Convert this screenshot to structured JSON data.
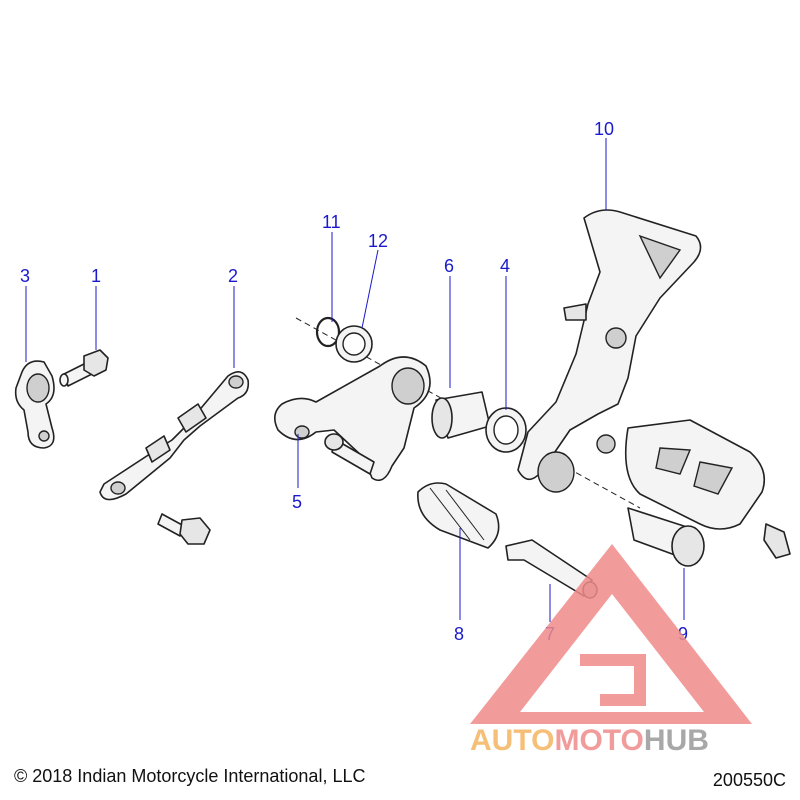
{
  "callouts": [
    {
      "id": "1",
      "label": "1"
    },
    {
      "id": "2",
      "label": "2"
    },
    {
      "id": "3",
      "label": "3"
    },
    {
      "id": "4",
      "label": "4"
    },
    {
      "id": "5",
      "label": "5"
    },
    {
      "id": "6",
      "label": "6"
    },
    {
      "id": "7",
      "label": "7"
    },
    {
      "id": "8",
      "label": "8"
    },
    {
      "id": "9",
      "label": "9"
    },
    {
      "id": "10",
      "label": "10"
    },
    {
      "id": "11",
      "label": "11"
    },
    {
      "id": "12",
      "label": "12"
    }
  ],
  "footer": {
    "copyright": "© 2018 Indian Motorcycle International, LLC",
    "drawing_number": "200550C"
  },
  "watermark": {
    "part1": "AUTO",
    "part2": "MOTO",
    "part3": "HUB",
    "color_orange": "#f5b461",
    "color_red": "#ef8a8a",
    "color_gray": "#9a9a9a"
  },
  "colors": {
    "callout": "#1a1acc",
    "line": "#222222"
  }
}
